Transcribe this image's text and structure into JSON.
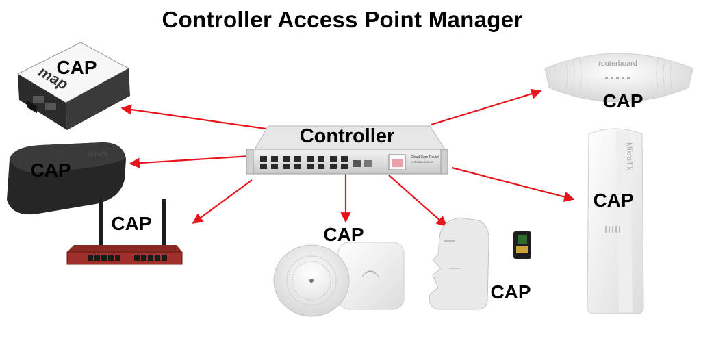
{
  "title": "Controller Access Point Manager",
  "controller": {
    "label": "Controller",
    "front_text_1": "Cloud Core Router",
    "front_text_2": "CCR1036-12G-4S"
  },
  "cap_label": "CAP",
  "devices": [
    {
      "name": "map-lite",
      "label": "CAP",
      "logo_text": "map"
    },
    {
      "name": "wall-ap",
      "label": "CAP",
      "logo_text": "MikroTik"
    },
    {
      "name": "router-antennas",
      "label": "CAP"
    },
    {
      "name": "ceiling-ap",
      "label": "CAP"
    },
    {
      "name": "moai-ap",
      "label": "CAP"
    },
    {
      "name": "routerboard-dome",
      "label": "CAP",
      "logo_text": "routerboard"
    },
    {
      "name": "outdoor-omni",
      "label": "CAP",
      "logo_text": "MikroTik"
    }
  ],
  "colors": {
    "arrow": "#e8141b",
    "text": "#000000"
  }
}
